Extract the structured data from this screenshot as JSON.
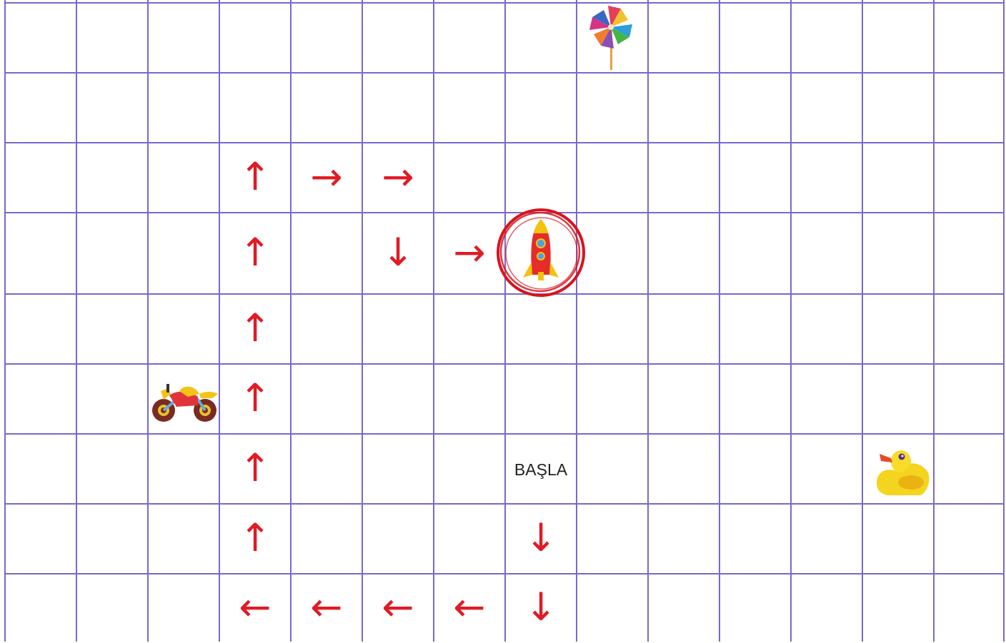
{
  "start_label": "BAŞLA",
  "arrows": [
    {
      "glyph": "↑",
      "col": 3,
      "row": 2
    },
    {
      "glyph": "→",
      "col": 4,
      "row": 2
    },
    {
      "glyph": "→",
      "col": 5,
      "row": 2
    },
    {
      "glyph": "↑",
      "col": 3,
      "row": 3
    },
    {
      "glyph": "↓",
      "col": 5,
      "row": 3
    },
    {
      "glyph": "→",
      "col": 6,
      "row": 3
    },
    {
      "glyph": "↑",
      "col": 3,
      "row": 4
    },
    {
      "glyph": "↑",
      "col": 3,
      "row": 5
    },
    {
      "glyph": "↑",
      "col": 3,
      "row": 6
    },
    {
      "glyph": "↑",
      "col": 3,
      "row": 7
    },
    {
      "glyph": "↓",
      "col": 7,
      "row": 7
    },
    {
      "glyph": "←",
      "col": 3,
      "row": 8
    },
    {
      "glyph": "←",
      "col": 4,
      "row": 8
    },
    {
      "glyph": "←",
      "col": 5,
      "row": 8
    },
    {
      "glyph": "←",
      "col": 6,
      "row": 8
    },
    {
      "glyph": "↓",
      "col": 7,
      "row": 8
    }
  ],
  "start_cell": {
    "col": 7,
    "row": 6
  },
  "toys": [
    {
      "name": "pinwheel-icon",
      "col": 8,
      "row": 0
    },
    {
      "name": "rocket-icon",
      "col": 7,
      "row": 3
    },
    {
      "name": "motorcycle-icon",
      "col": 2,
      "row": 5
    },
    {
      "name": "duck-icon",
      "col": 12,
      "row": 6
    }
  ],
  "colors": {
    "grid": "#7b68c8",
    "arrow": "#e01b24",
    "circle": "#d7141e"
  }
}
